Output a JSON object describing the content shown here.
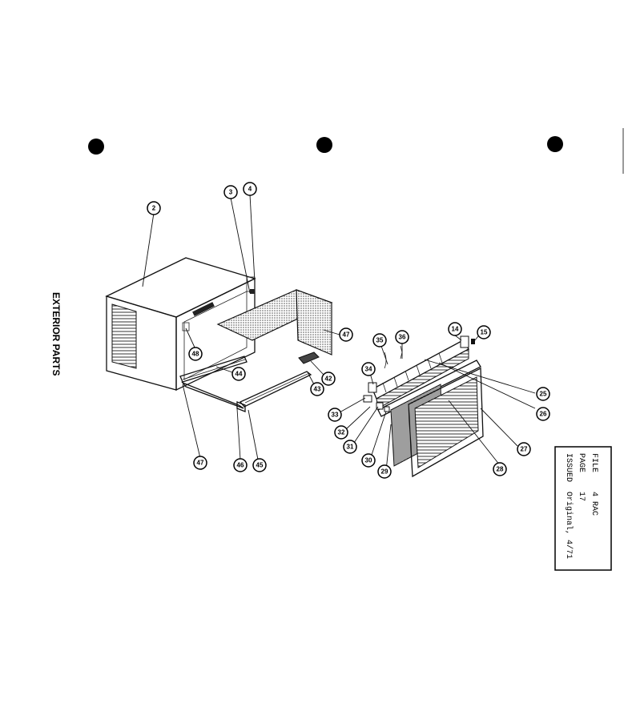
{
  "title": "EXTERIOR PARTS",
  "info_box": {
    "file_label": "FILE",
    "file_value": "4 RAC",
    "page_label": "PAGE",
    "page_value": "17",
    "issued_label": "ISSUED",
    "issued_value": "Original, 4/71"
  },
  "callouts": [
    "2",
    "3",
    "4",
    "47",
    "48",
    "44",
    "42",
    "43",
    "47",
    "46",
    "45",
    "35",
    "36",
    "14",
    "15",
    "34",
    "25",
    "26",
    "33",
    "32",
    "31",
    "30",
    "29",
    "27",
    "28"
  ]
}
